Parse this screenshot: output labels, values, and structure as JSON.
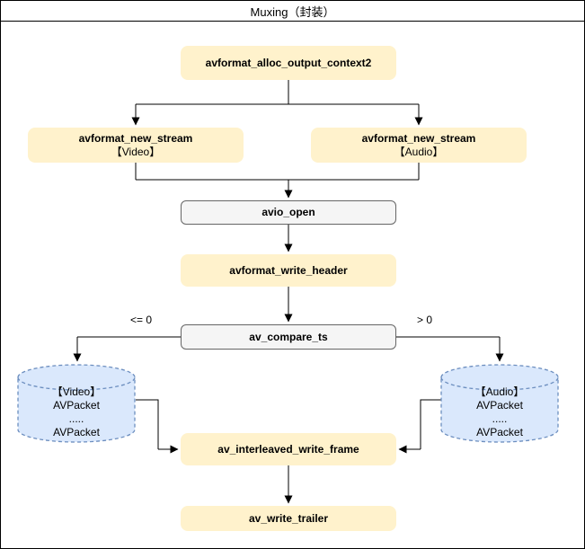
{
  "title": "Muxing（封装）",
  "nodes": {
    "alloc_output": {
      "label": "avformat_alloc_output_context2"
    },
    "new_stream_video": {
      "label": "avformat_new_stream",
      "sub": "【Video】"
    },
    "new_stream_audio": {
      "label": "avformat_new_stream",
      "sub": "【Audio】"
    },
    "avio_open": {
      "label": "avio_open"
    },
    "write_header": {
      "label": "avformat_write_header"
    },
    "compare_ts": {
      "label": "av_compare_ts"
    },
    "interleaved_write": {
      "label": "av_interleaved_write_frame"
    },
    "write_trailer": {
      "label": "av_write_trailer"
    }
  },
  "cylinders": {
    "video": {
      "lines": [
        "【Video】",
        "AVPacket",
        ".....",
        "AVPacket"
      ]
    },
    "audio": {
      "lines": [
        "【Audio】",
        "AVPacket",
        ".....",
        "AVPacket"
      ]
    }
  },
  "edge_labels": {
    "le_zero": "<= 0",
    "gt_zero": "> 0"
  },
  "colors": {
    "process_fill": "#FFF2CC",
    "decision_fill": "#F5F5F5",
    "decision_border": "#666666",
    "cylinder_fill": "#DAE8FC",
    "cylinder_border": "#6C8EBF",
    "line": "#000000"
  }
}
